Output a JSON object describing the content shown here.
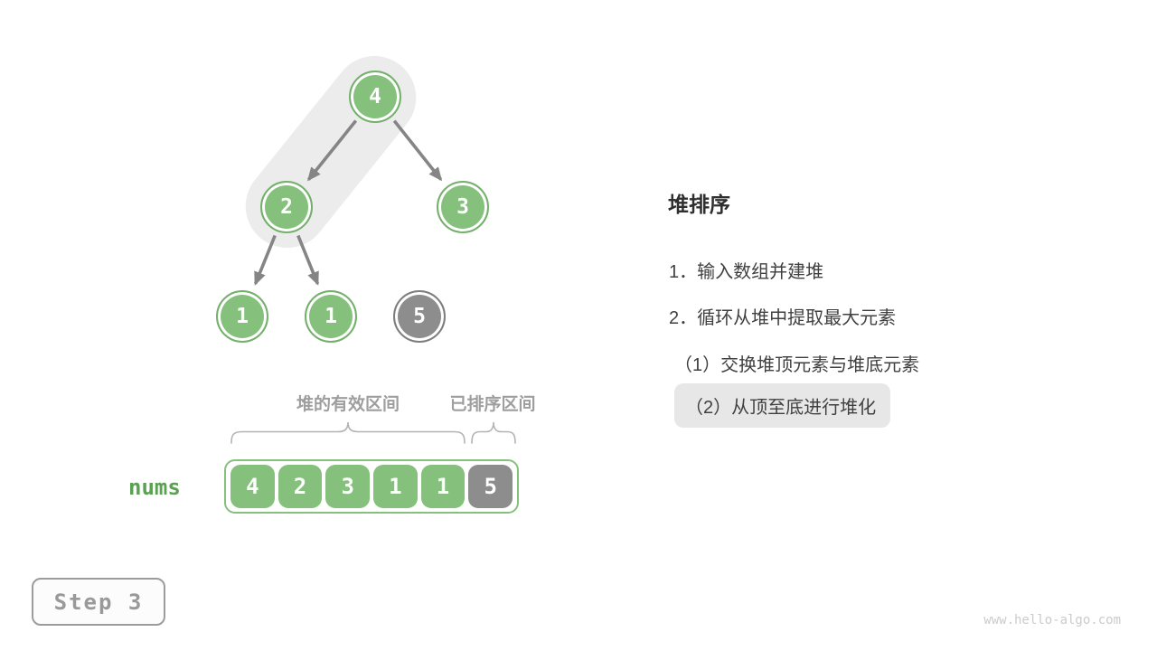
{
  "tree": {
    "nodes": [
      {
        "value": "4",
        "state": "heap",
        "role": "root"
      },
      {
        "value": "2",
        "state": "heap",
        "role": "left-child"
      },
      {
        "value": "3",
        "state": "heap",
        "role": "right-child"
      },
      {
        "value": "1",
        "state": "heap",
        "role": "leaf"
      },
      {
        "value": "1",
        "state": "heap",
        "role": "leaf"
      },
      {
        "value": "5",
        "state": "sorted",
        "role": "detached"
      }
    ],
    "edges": [
      {
        "from": 0,
        "to": 1
      },
      {
        "from": 0,
        "to": 2
      },
      {
        "from": 1,
        "to": 3
      },
      {
        "from": 1,
        "to": 4
      }
    ],
    "highlighted_path": [
      0,
      1
    ]
  },
  "array": {
    "name": "nums",
    "heap_interval_label": "堆的有效区间",
    "sorted_interval_label": "已排序区间",
    "cells": [
      {
        "value": "4",
        "state": "heap"
      },
      {
        "value": "2",
        "state": "heap"
      },
      {
        "value": "3",
        "state": "heap"
      },
      {
        "value": "1",
        "state": "heap"
      },
      {
        "value": "1",
        "state": "heap"
      },
      {
        "value": "5",
        "state": "sorted"
      }
    ]
  },
  "panel": {
    "title": "堆排序",
    "steps": [
      {
        "text": "1．输入数组并建堆",
        "highlighted": false
      },
      {
        "text": "2．循环从堆中提取最大元素",
        "highlighted": false
      },
      {
        "text": "（1）交换堆顶元素与堆底元素",
        "highlighted": false
      },
      {
        "text": "（2）从顶至底进行堆化",
        "highlighted": true
      }
    ]
  },
  "footer": {
    "step_label": "Step 3",
    "watermark": "www.hello-algo.com"
  },
  "colors": {
    "heap_green": "#85c17d",
    "sorted_gray": "#8d8d8d",
    "arrow_gray": "#858585",
    "highlight_capsule": "#ececec",
    "highlight_step_bg": "#e7e7e7",
    "nums_label_green": "#5ba152"
  }
}
